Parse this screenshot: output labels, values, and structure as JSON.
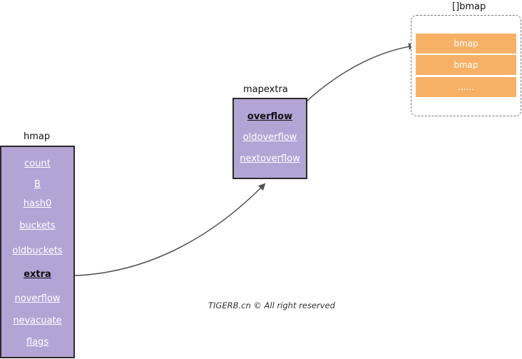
{
  "hmap": {
    "title": "hmap",
    "fields": [
      "count",
      "B",
      "hash0",
      "buckets",
      "oldbuckets",
      "extra",
      "noverflow",
      "nevacuate",
      "flags"
    ],
    "highlighted": "extra"
  },
  "mapextra": {
    "title": "mapextra",
    "fields": [
      "overflow",
      "oldoverflow",
      "nextoverflow"
    ],
    "highlighted": "overflow"
  },
  "bmap_array": {
    "title": "[]bmap",
    "cells": [
      "bmap",
      "bmap",
      "......"
    ]
  },
  "watermark": "TIGERB.cn © All right reserved",
  "colors": {
    "struct_fill": "#b3a4d6",
    "bmap_fill": "#f6b166"
  }
}
